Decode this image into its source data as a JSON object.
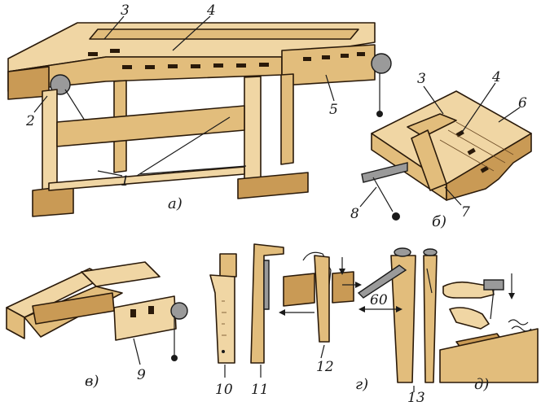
{
  "figure": {
    "labels": {
      "n1": "1",
      "n2": "2",
      "n3a": "3",
      "n4a": "4",
      "n5": "5",
      "n3b": "3",
      "n4b": "4",
      "n6": "6",
      "n7": "7",
      "n8": "8",
      "n9": "9",
      "n10": "10",
      "n11": "11",
      "n12": "12",
      "n13": "13",
      "dim60": "60"
    },
    "captions": {
      "a": "а)",
      "b": "б)",
      "v": "в)",
      "g": "г)",
      "d": "д)"
    }
  },
  "colors": {
    "wood_light": "#f0d6a4",
    "wood_mid": "#e2bd7c",
    "wood_dark": "#c99a55",
    "ink": "#1a1a1a"
  }
}
